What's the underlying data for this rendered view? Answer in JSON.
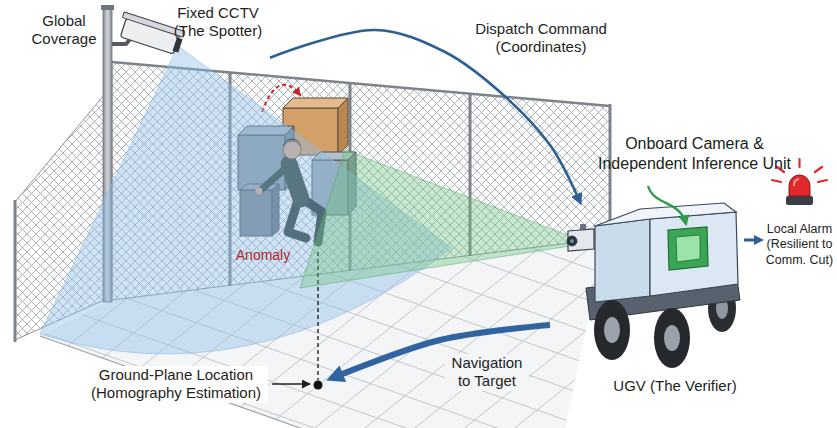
{
  "diagram": {
    "nodes": [
      {
        "text": [
          "Fixed CCTV (The Spotter)"
        ]
      },
      {
        "text": [
          "UGV (The Verifier)"
        ]
      },
      {
        "text": [
          "Ground-Plane Location (Homography Estimation)"
        ]
      },
      {
        "text": [
          "Local Alarm (Resilient to Comm. Cut)"
        ]
      }
    ],
    "edges": [
      {
        "from": 0,
        "to": 1,
        "label": "Dispatch Command (Coordinates)",
        "arrow": "to"
      },
      {
        "from": 1,
        "to": 2,
        "label": "Navigation to Target",
        "arrow": "to"
      },
      {
        "from": 1,
        "to": 3,
        "arrow": "to"
      }
    ],
    "labels": [
      "Global Coverage",
      "Onboard Camera & Independent Inference Unit",
      "Anomaly"
    ]
  }
}
